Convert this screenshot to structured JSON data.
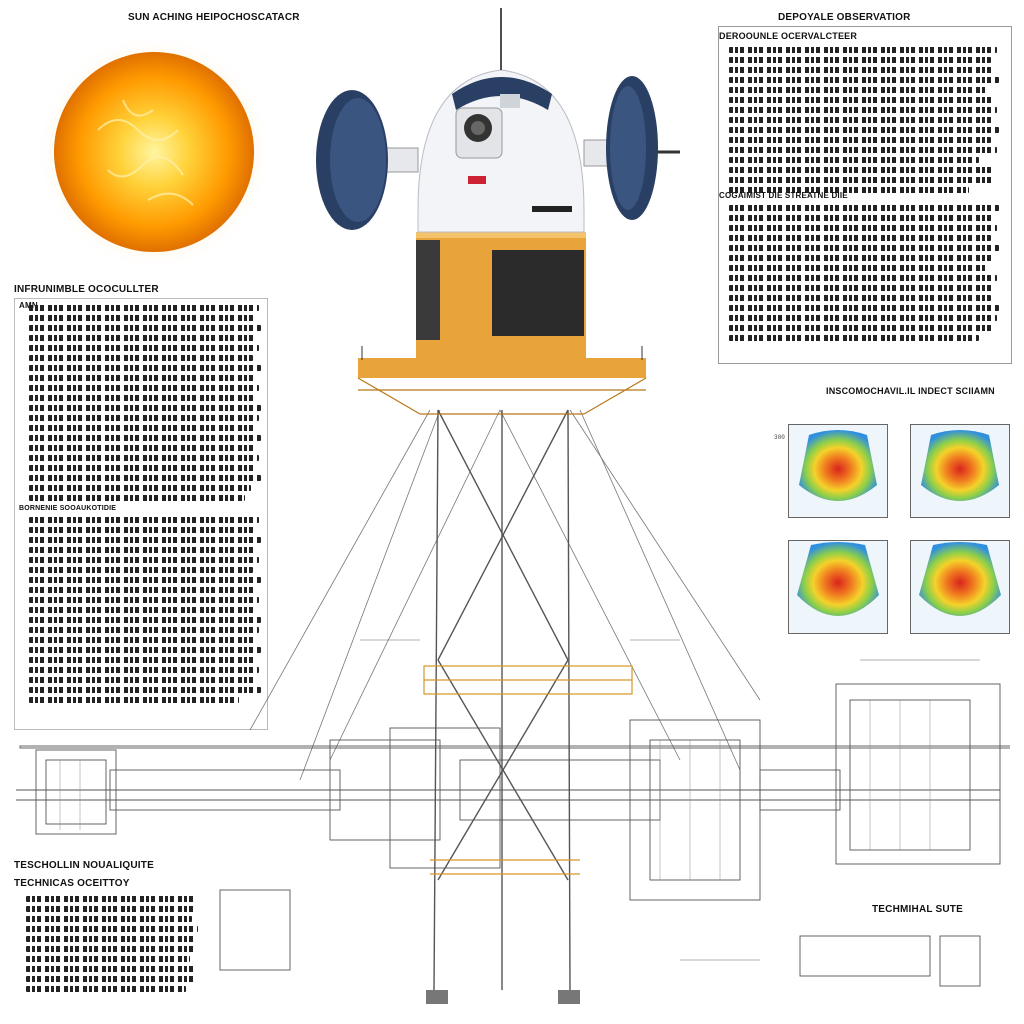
{
  "top_left": {
    "title": "SUN ACHING HEIPOCHOSCATACR"
  },
  "top_right": {
    "title": "DEPOYALE OBSERVATIOR",
    "subtitle": "DEROOUNLE OCERVALCTEER",
    "section_title": "COGAIMIST DIE STREATNE DIIE"
  },
  "left_panel": {
    "title": "INFRUNIMBLE OCOCULLTER",
    "para1_label": "AMN",
    "para2_label": "BORNENIE SOOAUKOTIDIE"
  },
  "heatmaps": {
    "title": "INSCOMOCHAVIL.IL INDECT SCIIAMN",
    "tick_label": "300"
  },
  "bottom_left": {
    "title1": "TESCHOLLIN NOUALIQUITE",
    "title2": "TECHNICAS OCEITTOY"
  },
  "bottom_right": {
    "title": "TECHMIHAL SUTE"
  },
  "colors": {
    "sun_core": "#ff9a00",
    "sun_glow": "#ffd23a",
    "platform": "#d6962a",
    "dish": "#2a3f64",
    "body": "#f2f4f7",
    "blueprint": "#555555"
  },
  "icons": [
    "sun-icon",
    "antenna-dish-icon",
    "camera-lens-icon"
  ]
}
